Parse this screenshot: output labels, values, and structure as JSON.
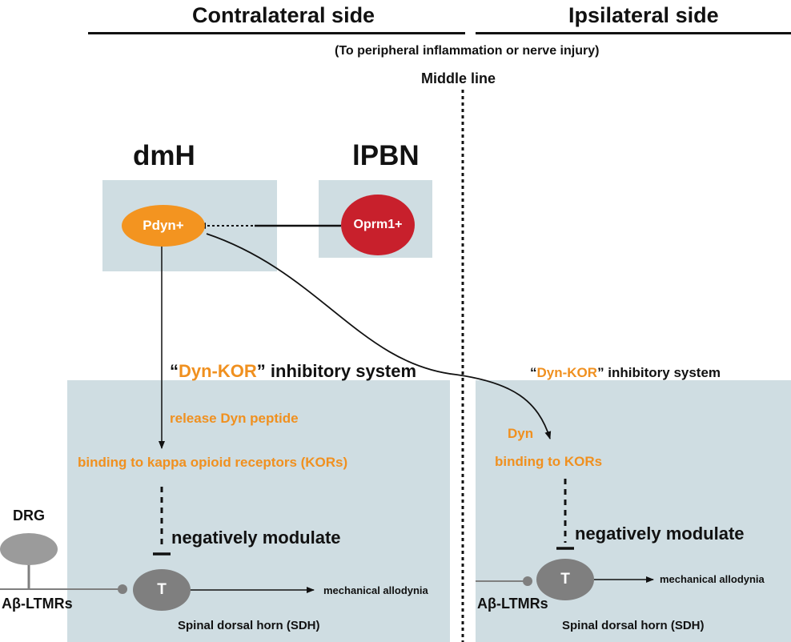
{
  "header": {
    "contralateral": "Contralateral side",
    "ipsilateral": "Ipsilateral side",
    "subtitle": "(To peripheral inflammation or nerve injury)",
    "middle_line": "Middle line"
  },
  "brain": {
    "dmh_label": "dmH",
    "ipbn_label": "lPBN",
    "pdyn": "Pdyn+",
    "oprm1": "Oprm1+"
  },
  "left_panel": {
    "system_open": "“",
    "system_dynkor": "Dyn-KOR",
    "system_close": "” inhibitory system",
    "release": "release Dyn peptide",
    "binding": "binding to kappa opioid receptors (KORs)",
    "modulate": "negatively modulate",
    "neuron": "T",
    "allodynia": "mechanical allodynia",
    "sdh": "Spinal dorsal horn (SDH)",
    "drg": "DRG",
    "fiber": "Aβ-LTMRs"
  },
  "right_panel": {
    "system_open": "“",
    "system_dynkor": "Dyn-KOR",
    "system_close": "” inhibitory system",
    "dyn": "Dyn",
    "binding": "binding to KORs",
    "modulate": "negatively modulate",
    "neuron": "T",
    "allodynia": "mechanical allodynia",
    "sdh": "Spinal dorsal horn (SDH)",
    "fiber": "Aβ-LTMRs"
  },
  "colors": {
    "box": "#cfdde2",
    "orange": "#f0901f",
    "red": "#c8202c",
    "gray": "#7f7f7f",
    "text": "#111111"
  }
}
